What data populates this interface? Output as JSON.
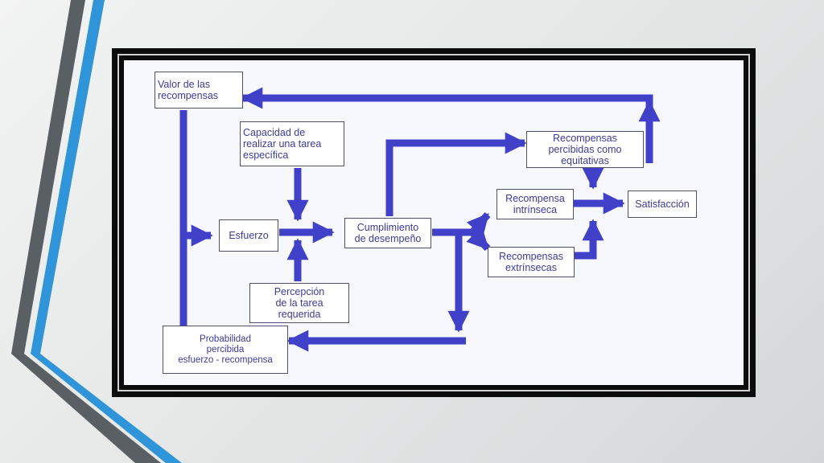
{
  "colors": {
    "arrow": "#4040c8",
    "text": "#3b3b9c",
    "box_border": "#4f4f6e",
    "frame": "#0c0c0c",
    "deco_dark": "#5a5f64",
    "deco_blue": "#2f95d8"
  },
  "diagram": {
    "nodes": {
      "valor": "Valor de las\nrecompensas",
      "capacidad": "Capacidad de\nrealizar una tarea\nespecífica",
      "esfuerzo": "Esfuerzo",
      "percepcion": "Percepción\nde la tarea\nrequerida",
      "probabilidad": "Probabilidad\npercibida\nesfuerzo - recompensa",
      "cumplimiento": "Cumplimiento\nde desempeño",
      "equitativas": "Recompensas\npercibidas como\nequitativas",
      "intrinseca": "Recompensa\nintrínseca",
      "extrinsecas": "Recompensas\nextrínsecas",
      "satisfaccion": "Satisfacción"
    }
  }
}
